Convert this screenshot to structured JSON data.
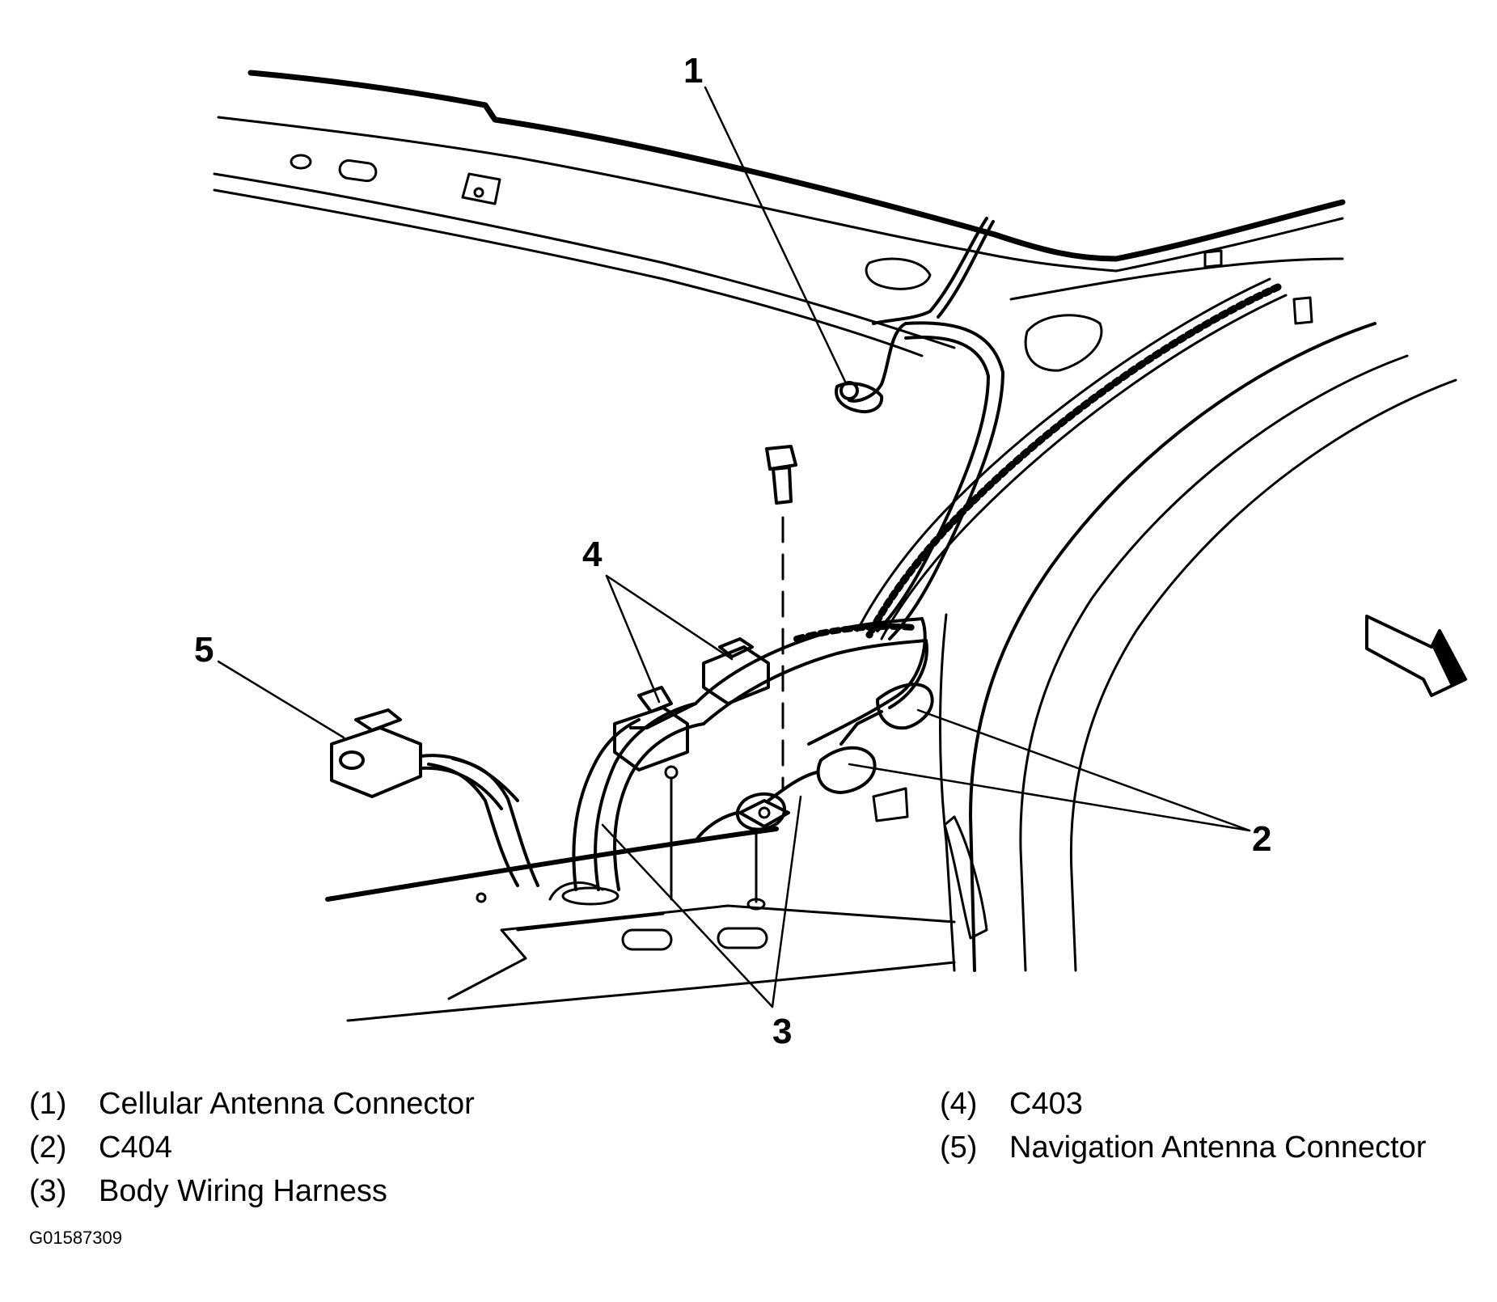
{
  "callouts": {
    "c1": "1",
    "c2": "2",
    "c3": "3",
    "c4": "4",
    "c5": "5"
  },
  "legend": {
    "items": [
      {
        "code": "(1)",
        "label": "Cellular Antenna Connector"
      },
      {
        "code": "(2)",
        "label": "C404"
      },
      {
        "code": "(3)",
        "label": "Body Wiring Harness"
      },
      {
        "code": "(4)",
        "label": "C403"
      },
      {
        "code": "(5)",
        "label": "Navigation Antenna Connector"
      }
    ]
  },
  "figure_id": "G01587309"
}
